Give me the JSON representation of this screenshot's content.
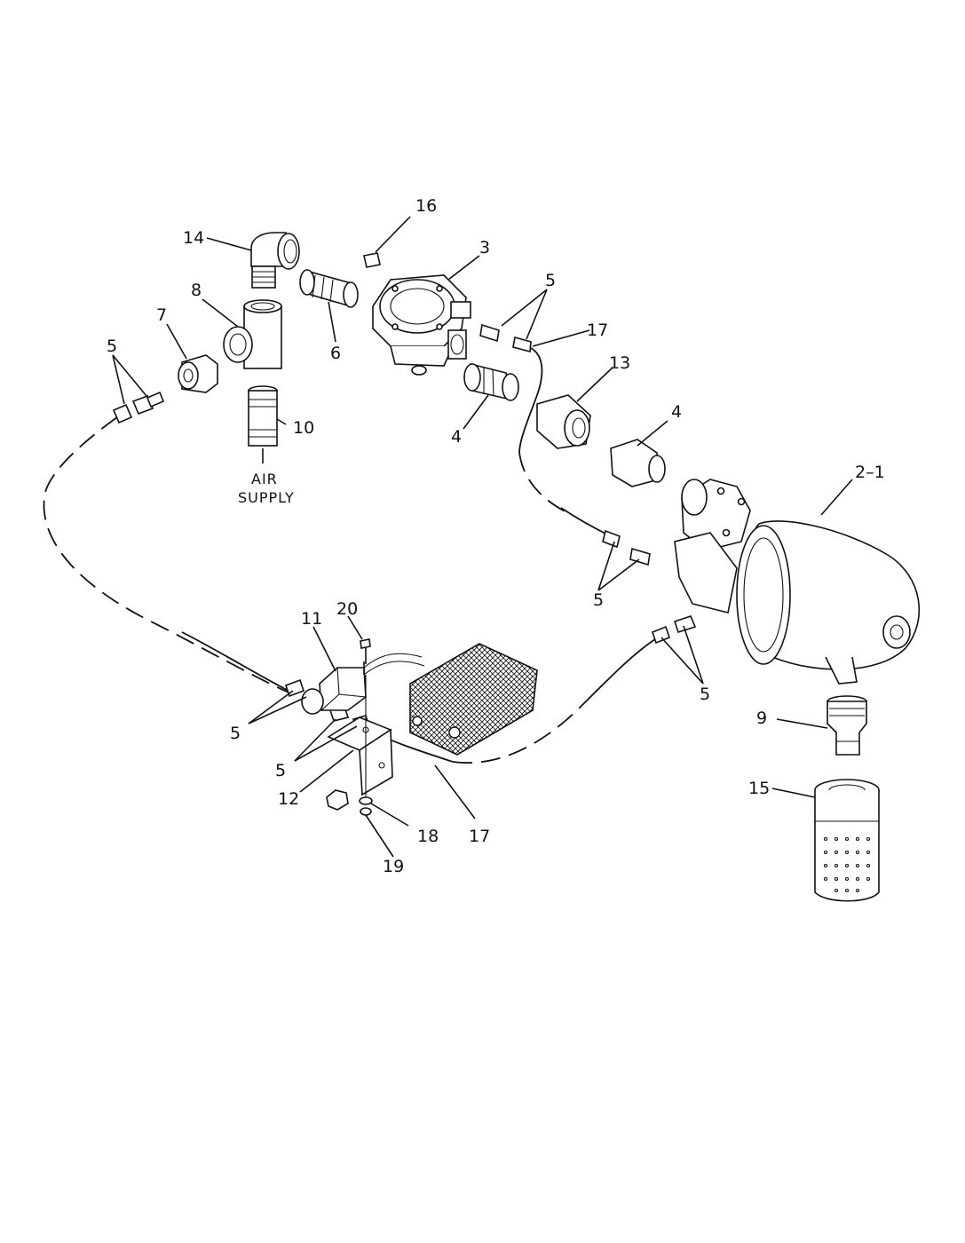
{
  "diagram": {
    "callouts": {
      "c_2_1": "2–1",
      "c_3": "3",
      "c_4a": "4",
      "c_4b": "4",
      "c_5a": "5",
      "c_5b": "5",
      "c_5c": "5",
      "c_5d": "5",
      "c_5e": "5",
      "c_5f": "5",
      "c_6": "6",
      "c_7": "7",
      "c_8": "8",
      "c_9": "9",
      "c_10": "10",
      "c_11": "11",
      "c_12": "12",
      "c_13": "13",
      "c_14": "14",
      "c_15": "15",
      "c_16": "16",
      "c_17a": "17",
      "c_17b": "17",
      "c_18": "18",
      "c_19": "19",
      "c_20": "20"
    },
    "caption": {
      "line1": "AIR",
      "line2": "SUPPLY"
    }
  }
}
